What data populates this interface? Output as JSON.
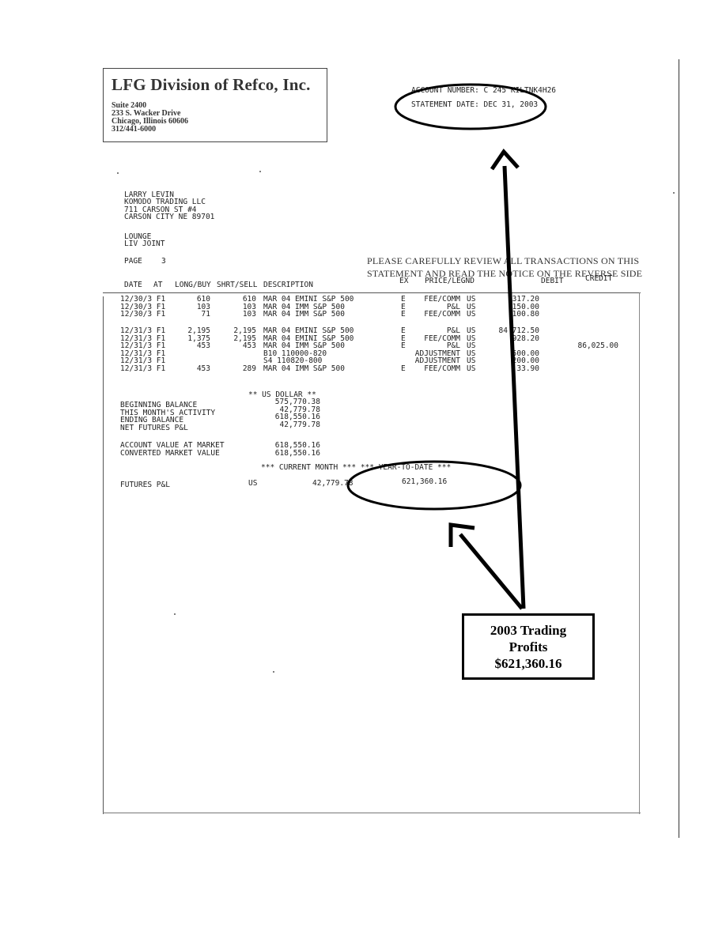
{
  "letterhead": {
    "firm_name": "LFG Division of Refco, Inc.",
    "address_lines": [
      "Suite 2400",
      "233 S. Wacker Drive",
      "Chicago, Illinois 60606",
      "312/441-6000"
    ]
  },
  "account": {
    "account_number": "ACCOUNT NUMBER: C 245 KILTNK4H26",
    "statement_date": "STATEMENT DATE: DEC 31, 2003"
  },
  "client": {
    "lines": [
      "LARRY LEVIN",
      "KOMODO TRADING LLC",
      "711 CARSON ST #4",
      "CARSON CITY NE 89701"
    ],
    "account_title_lines": [
      "LOUNGE",
      "LIV JOINT"
    ]
  },
  "page": {
    "label": "PAGE",
    "number": "3"
  },
  "notice": {
    "line1": "PLEASE CAREFULLY REVIEW ALL TRANSACTIONS ON THIS",
    "line2": "STATEMENT AND READ THE NOTICE ON THE REVERSE SIDE"
  },
  "columns": {
    "date": "DATE",
    "at": "AT",
    "long_buy": "LONG/BUY",
    "shrt_sell": "SHRT/SELL",
    "description": "DESCRIPTION",
    "ex": "EX",
    "price_legnd": "PRICE/LEGND",
    "debit": "DEBIT",
    "credit": "CREDIT"
  },
  "transactions_group1": {
    "date_at": "12/30/3 F1\n12/30/3 F1\n12/30/3 F1",
    "long_buy": "610\n103\n71",
    "shrt_sell": "610\n103\n103",
    "description": "MAR 04 EMINI S&P 500\nMAR 04 IMM S&P 500\nMAR 04 IMM S&P 500",
    "ex": "E\nE\nE",
    "price_legnd": "FEE/COMM\nP&L\nFEE/COMM",
    "cur": "US\nUS\nUS",
    "debit": "317.20\n150.00\n100.80",
    "credit": ""
  },
  "transactions_group2": {
    "date_at": "12/31/3 F1\n12/31/3 F1\n12/31/3 F1\n12/31/3 F1\n12/31/3 F1\n12/31/3 F1",
    "long_buy": "2,195\n1,375\n453\n\n\n453",
    "shrt_sell": "2,195\n2,195\n453\n\n\n289",
    "description": "MAR 04 EMINI S&P 500\nMAR 04 EMINI S&P 500\nMAR 04 IMM S&P 500\nB10 110000-820\nS4 110820-800\nMAR 04 IMM S&P 500",
    "ex": "E\nE\nE\n\n\nE",
    "price_legnd": "P&L\nFEE/COMM\nP&L\nADJUSTMENT\nADJUSTMENT\nFEE/COMM",
    "cur": "US\nUS\nUS\nUS\nUS\nUS",
    "debit": "84 712.50\n928.20\n\n500.00\n200.00\n33.90",
    "credit": "\n\n86,025.00\n\n\n"
  },
  "summary": {
    "currency_header": "**   US DOLLAR   **",
    "labels": "BEGINNING BALANCE\nTHIS MONTH'S ACTIVITY\nENDING BALANCE\nNET FUTURES P&L",
    "values": "575,770.38\n42,779.78\n618,550.16\n42,779.78",
    "market_labels": "ACCOUNT VALUE AT MARKET\nCONVERTED MARKET VALUE",
    "market_values": "618,550.16\n618,550.16",
    "period_header": "*** CURRENT MONTH ***   *** YEAR-TO-DATE ***",
    "futures_pl_label": "FUTURES P&L",
    "futures_pl_currency": "US",
    "futures_pl_month": "42,779.78",
    "futures_pl_ytd": "621,360.16"
  },
  "callout": {
    "line1": "2003 Trading",
    "line2": "Profits",
    "line3": "$621,360.16"
  }
}
